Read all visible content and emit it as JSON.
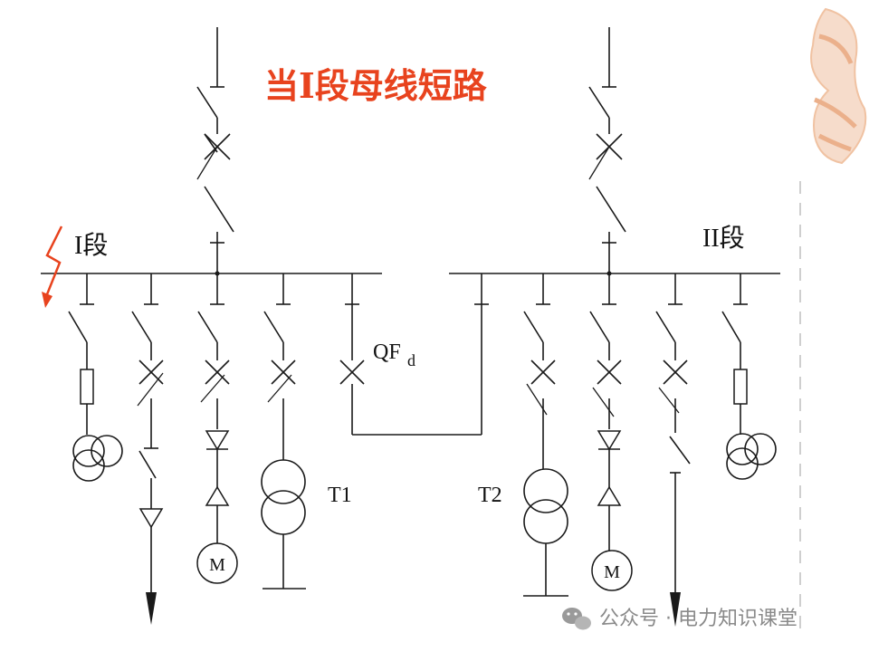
{
  "diagram": {
    "title": "当I段母线短路",
    "bus_left_label": "I段",
    "bus_right_label": "II段",
    "breaker_label": "QF",
    "breaker_subscript": "d",
    "transformer_left": "T1",
    "transformer_right": "T2",
    "motor_label": "M"
  },
  "watermark": {
    "text": "公众号 · 电力知识课堂"
  },
  "colors": {
    "title": "#e8431e",
    "fault_bolt": "#e8431e",
    "line": "#1a1a1a",
    "seal": "#f2c6a8"
  }
}
